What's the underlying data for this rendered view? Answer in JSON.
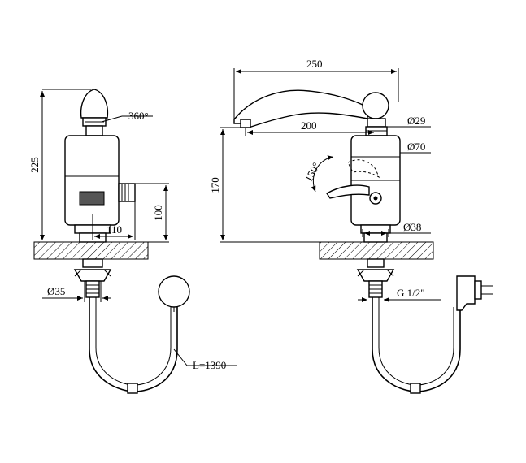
{
  "dimensions": {
    "height_225": "225",
    "rotation_360": "360°",
    "height_100": "100",
    "reach_110": "110",
    "diameter_35": "Ø35",
    "cable_length": "L=1390",
    "width_250": "250",
    "spout_200": "200",
    "diameter_29": "Ø29",
    "height_170": "170",
    "diameter_70": "Ø70",
    "angle_150": "150°",
    "diameter_38": "Ø38",
    "thread": "G 1/2\""
  }
}
